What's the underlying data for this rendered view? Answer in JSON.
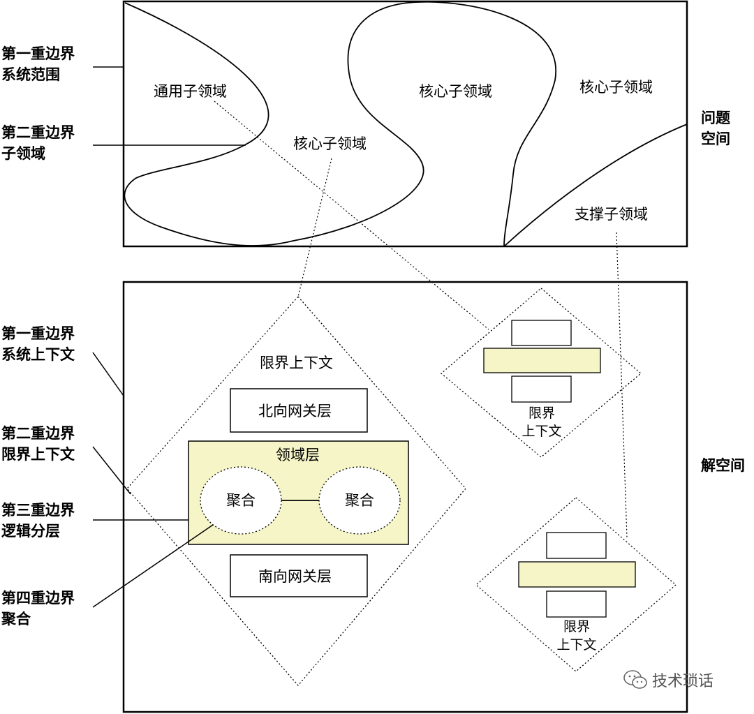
{
  "problem_space": {
    "title": "问题\n空间",
    "regions": {
      "generic": "通用子领域",
      "core_left": "核心子领域",
      "core_center": "核心子领域",
      "core_right": "核心子领域",
      "supporting": "支撑子领域"
    }
  },
  "solution_space": {
    "title": "解空间",
    "bounded_context": "限界上下文",
    "northbound_layer": "北向网关层",
    "domain_layer": "领域层",
    "aggregate_left": "聚合",
    "aggregate_right": "聚合",
    "southbound_layer": "南向网关层",
    "small_context_top": "限界\n上下文",
    "small_context_bottom": "限界\n上下文"
  },
  "left_labels": {
    "boundary1_scope": "第一重边界\n系统范围",
    "boundary2_subdomain": "第二重边界\n子领域",
    "boundary1_context": "第一重边界\n系统上下文",
    "boundary2_bounded": "第二重边界\n限界上下文",
    "boundary3_layer": "第三重边界\n逻辑分层",
    "boundary4_aggregate": "第四重边界\n聚合"
  },
  "watermark": "技术琐话",
  "colors": {
    "domain_fill": "#f5f5c8",
    "stroke": "#000000"
  }
}
